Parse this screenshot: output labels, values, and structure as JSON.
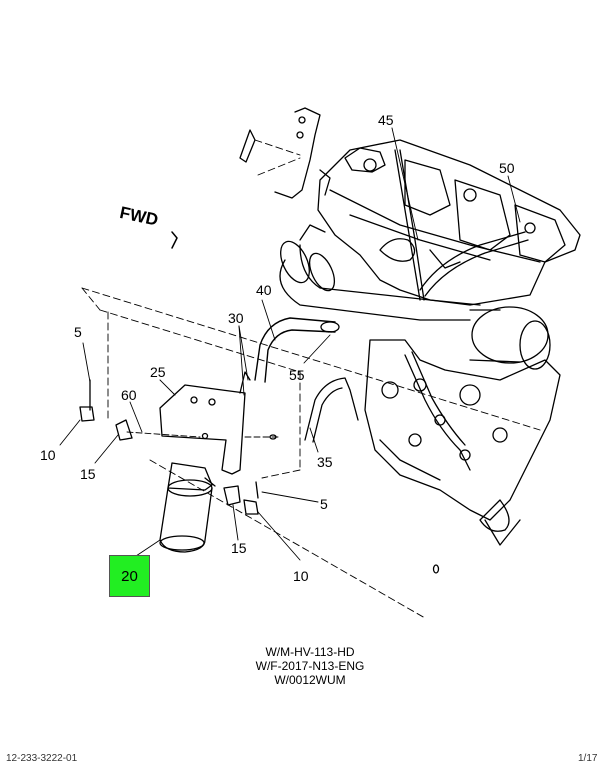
{
  "diagram": {
    "fwd_label": "FWD",
    "callouts": [
      {
        "id": "c45",
        "text": "45"
      },
      {
        "id": "c50",
        "text": "50"
      },
      {
        "id": "c40",
        "text": "40"
      },
      {
        "id": "c30",
        "text": "30"
      },
      {
        "id": "c5a",
        "text": "5"
      },
      {
        "id": "c25",
        "text": "25"
      },
      {
        "id": "c55",
        "text": "55"
      },
      {
        "id": "c60",
        "text": "60"
      },
      {
        "id": "c10a",
        "text": "10"
      },
      {
        "id": "c15a",
        "text": "15"
      },
      {
        "id": "c35",
        "text": "35"
      },
      {
        "id": "c5b",
        "text": "5"
      },
      {
        "id": "c15b",
        "text": "15"
      },
      {
        "id": "c10b",
        "text": "10"
      }
    ],
    "highlighted_part": {
      "text": "20",
      "color": "#22ee22"
    },
    "notes": [
      "W/M-HV-113-HD",
      "W/F-2017-N13-ENG",
      "W/0012WUM"
    ],
    "footer_left": "12-233-3222-01",
    "footer_right": "1/17"
  }
}
